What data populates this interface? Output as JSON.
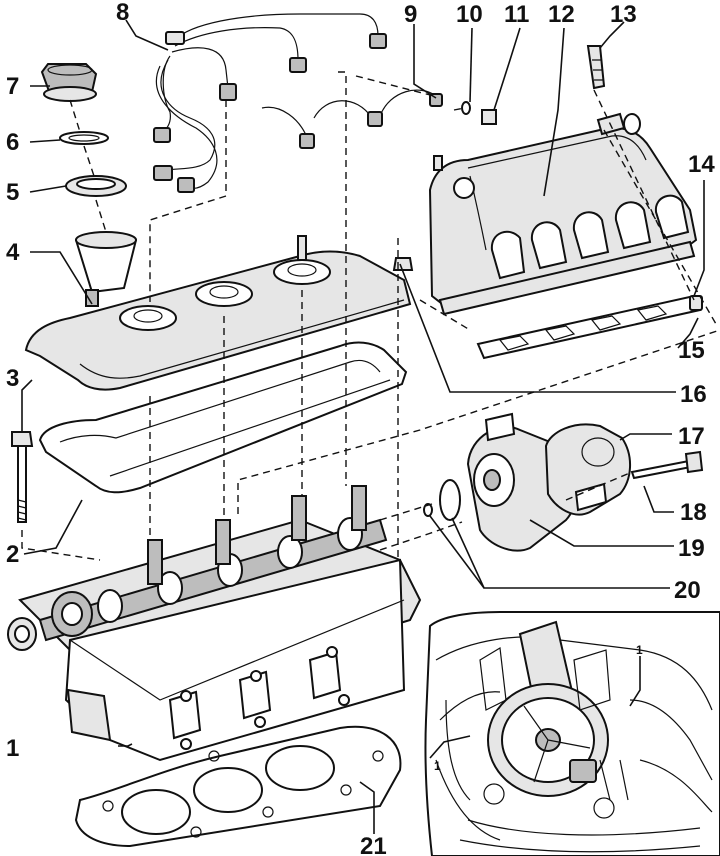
{
  "diagram": {
    "callouts": [
      "1",
      "2",
      "3",
      "4",
      "5",
      "6",
      "7",
      "8",
      "9",
      "10",
      "11",
      "12",
      "13",
      "14",
      "15",
      "16",
      "17",
      "18",
      "19",
      "20",
      "21"
    ],
    "inset_callouts": [
      "1",
      "1"
    ]
  }
}
